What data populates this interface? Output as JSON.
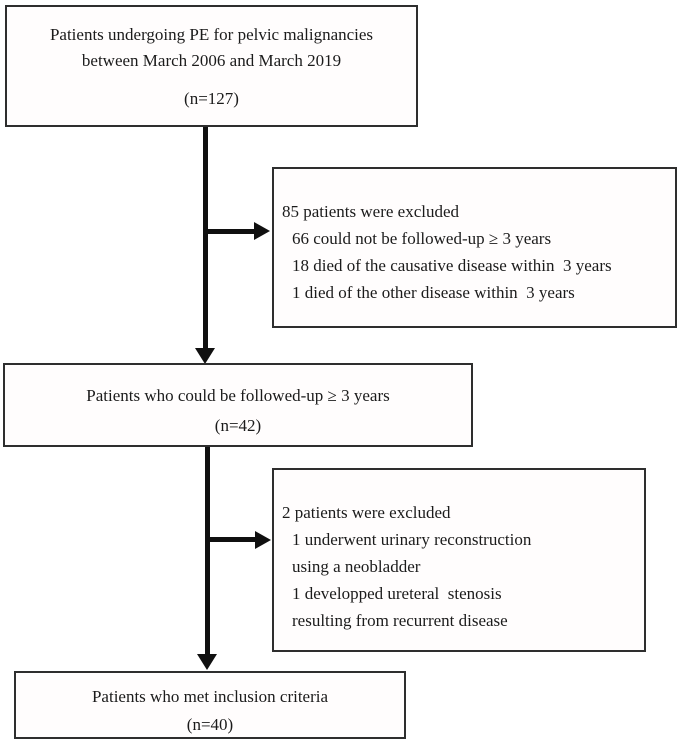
{
  "flowchart": {
    "top_box": {
      "line1": "Patients undergoing PE for pelvic malignancies",
      "line2": "between March 2006 and March 2019",
      "n": "(n=127)"
    },
    "excluded_box_1": {
      "title": "85 patients were excluded",
      "items": [
        "66 could not be followed-up ≥ 3 years",
        "18 died of the causative disease within  3 years",
        "1 died of the other disease within  3 years"
      ]
    },
    "middle_box": {
      "line1": "Patients who could be followed-up ≥ 3 years",
      "n": "(n=42)"
    },
    "excluded_box_2": {
      "title": "2 patients were excluded",
      "items": [
        "1 underwent urinary reconstruction",
        "using a neobladder",
        "1 developped ureteral  stenosis",
        "resulting from recurrent disease"
      ]
    },
    "bottom_box": {
      "line1": "Patients who met inclusion criteria",
      "n": "(n=40)"
    },
    "colors": {
      "background": "#ffffff",
      "box_border": "#2e2e2e",
      "text": "#1b1b1b",
      "arrow": "#101010"
    }
  }
}
